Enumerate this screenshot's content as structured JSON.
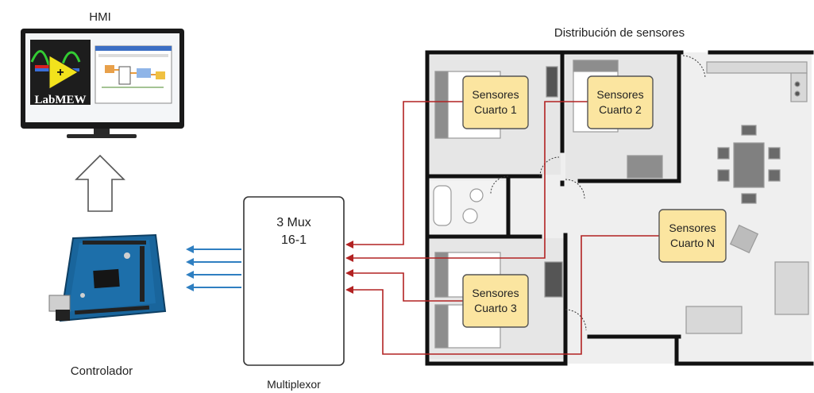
{
  "labels": {
    "hmi": "HMI",
    "labview_logo": "LabMEW",
    "controller": "Controlador",
    "multiplexor": "Multiplexor",
    "floorplan_title": "Distribución de sensores"
  },
  "mux": {
    "line1": "3 Mux",
    "line2": "16-1"
  },
  "sensors": [
    {
      "line1": "Sensores",
      "line2": "Cuarto 1"
    },
    {
      "line1": "Sensores",
      "line2": "Cuarto 2"
    },
    {
      "line1": "Sensores",
      "line2": "Cuarto N"
    },
    {
      "line1": "Sensores",
      "line2": "Cuarto 3"
    }
  ],
  "colors": {
    "sensor_fill": "#fbe5a0",
    "sensor_stroke": "#555555",
    "wire_red": "#b22222",
    "arrow_blue": "#2f7fc1",
    "wall": "#111111",
    "floor": "#eeeeee"
  }
}
